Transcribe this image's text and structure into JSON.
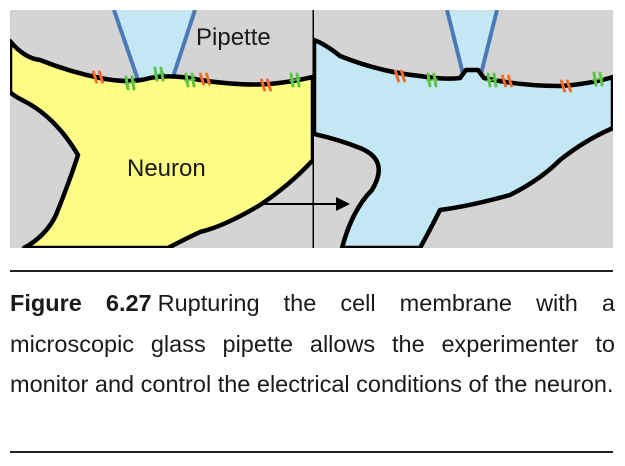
{
  "labels": {
    "pipette": "Pipette",
    "neuron": "Neuron"
  },
  "caption": {
    "label": "Figure 6.27",
    "text": "Rupturing the cell membrane with a microscopic glass pipette allows the experimenter to monitor and control the electrical conditions of the neuron."
  },
  "colors": {
    "background": "#d4d4d4",
    "neuron_before": "#fdfd86",
    "neuron_after": "#c3e7f3",
    "pipette": "#c3e7f3",
    "membrane": "#000000",
    "channel_orange": "#f26b2a",
    "channel_green": "#5cc545"
  },
  "icons": {
    "transition": "right-arrow-icon"
  }
}
